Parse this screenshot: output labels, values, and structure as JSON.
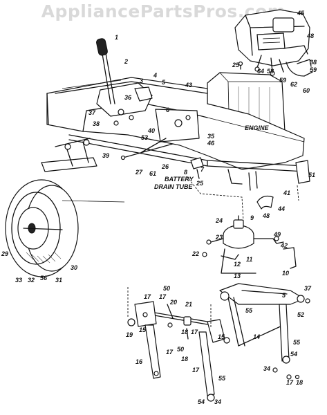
{
  "watermark": "AppliancePartsPros.com",
  "captions": {
    "engine": "ENGINE",
    "battery": "BATTERY",
    "drain_tube": "DRAIN TUBE"
  },
  "part_numbers": [
    "1",
    "2",
    "3",
    "4",
    "5",
    "36",
    "37",
    "38",
    "40",
    "43",
    "6",
    "53",
    "26",
    "27",
    "39",
    "61",
    "35",
    "46",
    "7",
    "8",
    "25",
    "51",
    "41",
    "44",
    "48",
    "45",
    "25",
    "64",
    "58",
    "59",
    "62",
    "60",
    "38",
    "59",
    "48",
    "29",
    "33",
    "32",
    "56",
    "31",
    "30",
    "24",
    "9",
    "23",
    "22",
    "12",
    "11",
    "13",
    "49",
    "42",
    "10",
    "17",
    "50",
    "20",
    "21",
    "17",
    "15",
    "19",
    "18",
    "17",
    "50",
    "16",
    "17",
    "18",
    "17",
    "55",
    "54",
    "34",
    "55",
    "14",
    "15",
    "5",
    "37",
    "52",
    "55",
    "54",
    "34",
    "17",
    "18"
  ]
}
